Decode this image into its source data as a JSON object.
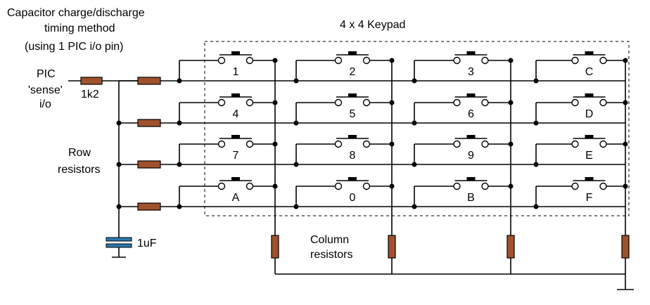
{
  "title_lines": [
    "Capacitor charge/discharge",
    "timing method",
    "(using 1 PIC i/o pin)"
  ],
  "keypad_title": "4 x 4  Keypad",
  "pic_label_lines": [
    "PIC",
    "'sense'",
    "i/o"
  ],
  "series_resistor_label": "1k2",
  "row_resistors_label_lines": [
    "Row",
    "resistors"
  ],
  "capacitor_label": "1uF",
  "column_resistors_label_lines": [
    "Column",
    "resistors"
  ],
  "keys": [
    [
      "1",
      "2",
      "3",
      "C"
    ],
    [
      "4",
      "5",
      "6",
      "D"
    ],
    [
      "7",
      "8",
      "9",
      "E"
    ],
    [
      "A",
      "0",
      "B",
      "F"
    ]
  ],
  "colors": {
    "resistor": "#a0522d",
    "wire": "#000000"
  }
}
